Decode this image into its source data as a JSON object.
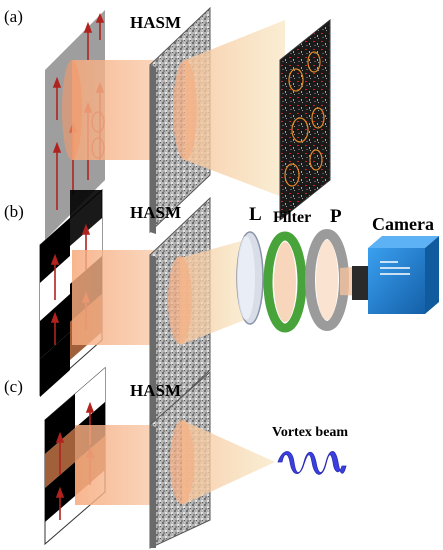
{
  "panels": [
    {
      "label": "(a)",
      "mask_label": "HASM"
    },
    {
      "label": "(b)",
      "mask_label": "HASM",
      "lens_label": "L",
      "filter_label": "Filter",
      "polarizer_label": "P",
      "camera_label": "Camera"
    },
    {
      "label": "(c)",
      "mask_label": "HASM",
      "output_label": "Vortex beam"
    }
  ],
  "colors": {
    "beam": "#f7b98f",
    "beam_core": "#f29a6a",
    "speckle_plate": "#9a9a9a",
    "camera": "#1f7fd4",
    "filter": "#49a33b",
    "vortex": "#3b3fe0",
    "arrow": "#b0231e"
  }
}
